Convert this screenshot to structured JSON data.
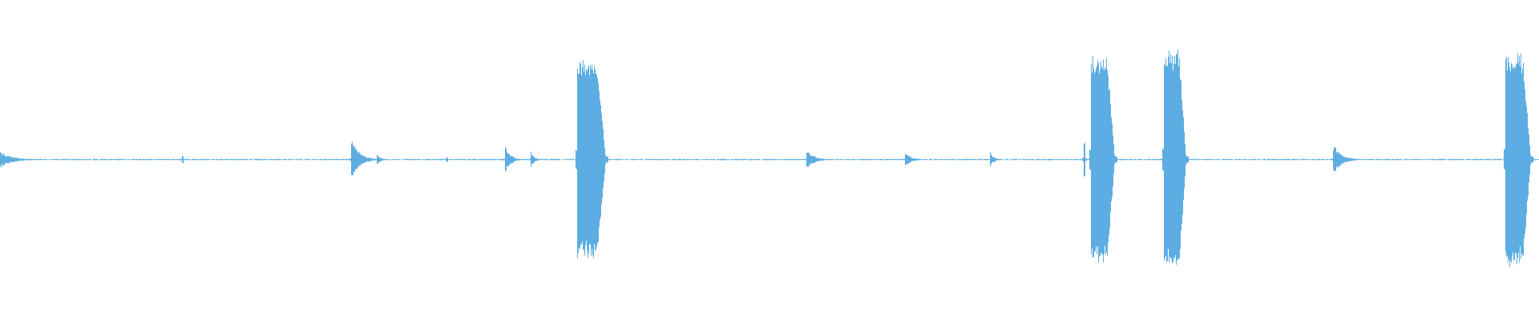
{
  "waveform": {
    "color": "#5DADE2",
    "background": "#FFFFFF",
    "duration_normalized": 1.0,
    "baseline_amplitude": 0.006,
    "bursts": [
      {
        "t": 0.0,
        "amp": 0.07,
        "width": 0.024,
        "shape": "decay"
      },
      {
        "t": 0.118,
        "amp": 0.03,
        "width": 0.004,
        "shape": "spike"
      },
      {
        "t": 0.228,
        "amp": 0.18,
        "width": 0.016,
        "shape": "decay"
      },
      {
        "t": 0.245,
        "amp": 0.06,
        "width": 0.006,
        "shape": "decay"
      },
      {
        "t": 0.29,
        "amp": 0.02,
        "width": 0.008,
        "shape": "spike"
      },
      {
        "t": 0.328,
        "amp": 0.13,
        "width": 0.01,
        "shape": "decay"
      },
      {
        "t": 0.345,
        "amp": 0.07,
        "width": 0.006,
        "shape": "decay"
      },
      {
        "t": 0.375,
        "amp": 0.8,
        "width": 0.018,
        "shape": "block"
      },
      {
        "t": 0.524,
        "amp": 0.09,
        "width": 0.014,
        "shape": "decay"
      },
      {
        "t": 0.588,
        "amp": 0.06,
        "width": 0.012,
        "shape": "decay"
      },
      {
        "t": 0.643,
        "amp": 0.06,
        "width": 0.008,
        "shape": "decay"
      },
      {
        "t": 0.704,
        "amp": 0.14,
        "width": 0.004,
        "shape": "spike"
      },
      {
        "t": 0.709,
        "amp": 0.82,
        "width": 0.015,
        "shape": "block"
      },
      {
        "t": 0.756,
        "amp": 0.88,
        "width": 0.014,
        "shape": "block"
      },
      {
        "t": 0.866,
        "amp": 0.13,
        "width": 0.016,
        "shape": "decay"
      },
      {
        "t": 0.978,
        "amp": 0.85,
        "width": 0.016,
        "shape": "block"
      }
    ]
  }
}
